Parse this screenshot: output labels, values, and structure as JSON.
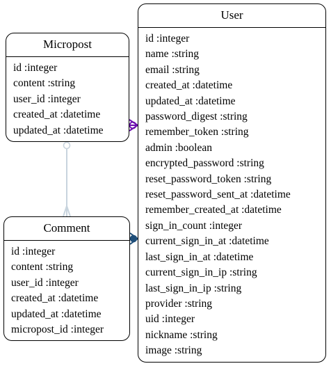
{
  "colors": {
    "micropost_user_link": "#6a0dad",
    "comment_user_link": "#1f4e79",
    "comment_micropost_link": "#c8d4de"
  },
  "entities": {
    "micropost": {
      "title": "Micropost",
      "attributes": [
        "id :integer",
        "content :string",
        "user_id :integer",
        "created_at :datetime",
        "updated_at :datetime"
      ]
    },
    "comment": {
      "title": "Comment",
      "attributes": [
        "id :integer",
        "content :string",
        "user_id :integer",
        "created_at :datetime",
        "updated_at :datetime",
        "micropost_id :integer"
      ]
    },
    "user": {
      "title": "User",
      "attributes": [
        "id :integer",
        "name :string",
        "email :string",
        "created_at :datetime",
        "updated_at :datetime",
        "password_digest :string",
        "remember_token :string",
        "admin :boolean",
        "encrypted_password :string",
        "reset_password_token :string",
        "reset_password_sent_at :datetime",
        "remember_created_at :datetime",
        "sign_in_count :integer",
        "current_sign_in_at :datetime",
        "last_sign_in_at :datetime",
        "current_sign_in_ip :string",
        "last_sign_in_ip :string",
        "provider :string",
        "uid :integer",
        "nickname :string",
        "image :string"
      ]
    }
  }
}
